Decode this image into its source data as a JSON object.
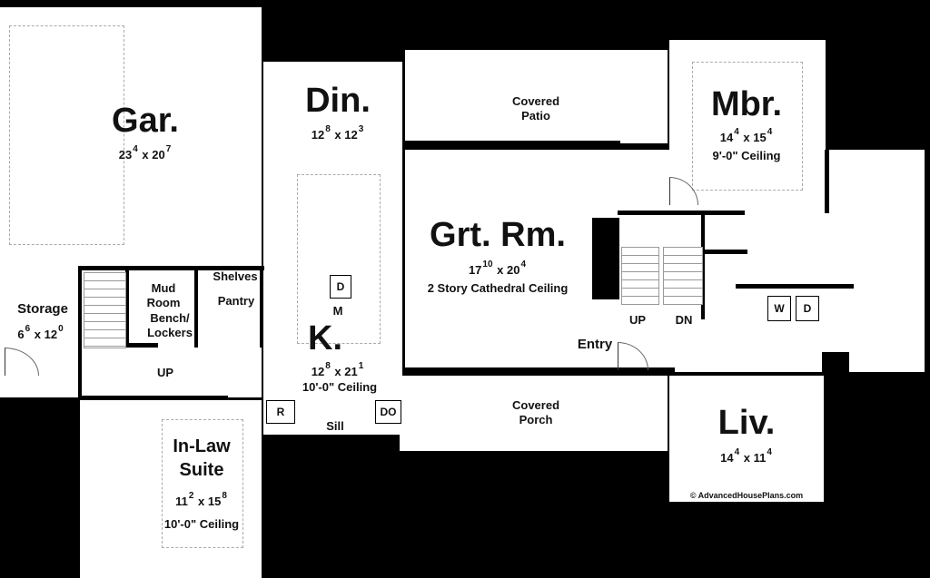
{
  "rooms": {
    "garage": {
      "name": "Gar.",
      "w_ft": "23",
      "w_in": "4",
      "d_ft": "20",
      "d_in": "7"
    },
    "dining": {
      "name": "Din.",
      "w_ft": "12",
      "w_in": "8",
      "d_ft": "12",
      "d_in": "3"
    },
    "patio": {
      "line1": "Covered",
      "line2": "Patio"
    },
    "master": {
      "name": "Mbr.",
      "w_ft": "14",
      "w_in": "4",
      "d_ft": "15",
      "d_in": "4",
      "ceiling": "9'-0\" Ceiling"
    },
    "great_room": {
      "name": "Grt. Rm.",
      "w_ft": "17",
      "w_in": "10",
      "d_ft": "20",
      "d_in": "4",
      "ceiling": "2 Story Cathedral Ceiling"
    },
    "storage": {
      "name": "Storage",
      "w_ft": "6",
      "w_in": "6",
      "d_ft": "12",
      "d_in": "0"
    },
    "mud_room": {
      "line1": "Mud",
      "line2": "Room",
      "line3": "Bench/",
      "line4": "Lockers"
    },
    "pantry": {
      "shelves": "Shelves",
      "name": "Pantry"
    },
    "kitchen": {
      "name": "K.",
      "w_ft": "12",
      "w_in": "8",
      "d_ft": "21",
      "d_in": "1",
      "ceiling": "10'-0\" Ceiling"
    },
    "entry": {
      "name": "Entry"
    },
    "porch": {
      "line1": "Covered",
      "line2": "Porch"
    },
    "living": {
      "name": "Liv.",
      "w_ft": "14",
      "w_in": "4",
      "d_ft": "11",
      "d_in": "4"
    },
    "inlaw": {
      "line1": "In-Law",
      "line2": "Suite",
      "w_ft": "11",
      "w_in": "2",
      "d_ft": "15",
      "d_in": "8",
      "ceiling": "10'-0\" Ceiling"
    }
  },
  "fixtures": {
    "refrigerator": "R",
    "sill": "Sill",
    "double_oven": "DO",
    "dishwasher": "D",
    "microwave": "M",
    "washer": "W",
    "dryer": "D"
  },
  "stairs": {
    "up_mud": "UP",
    "up_main": "UP",
    "down_main": "DN"
  },
  "copyright": "© AdvancedHousePlans.com"
}
